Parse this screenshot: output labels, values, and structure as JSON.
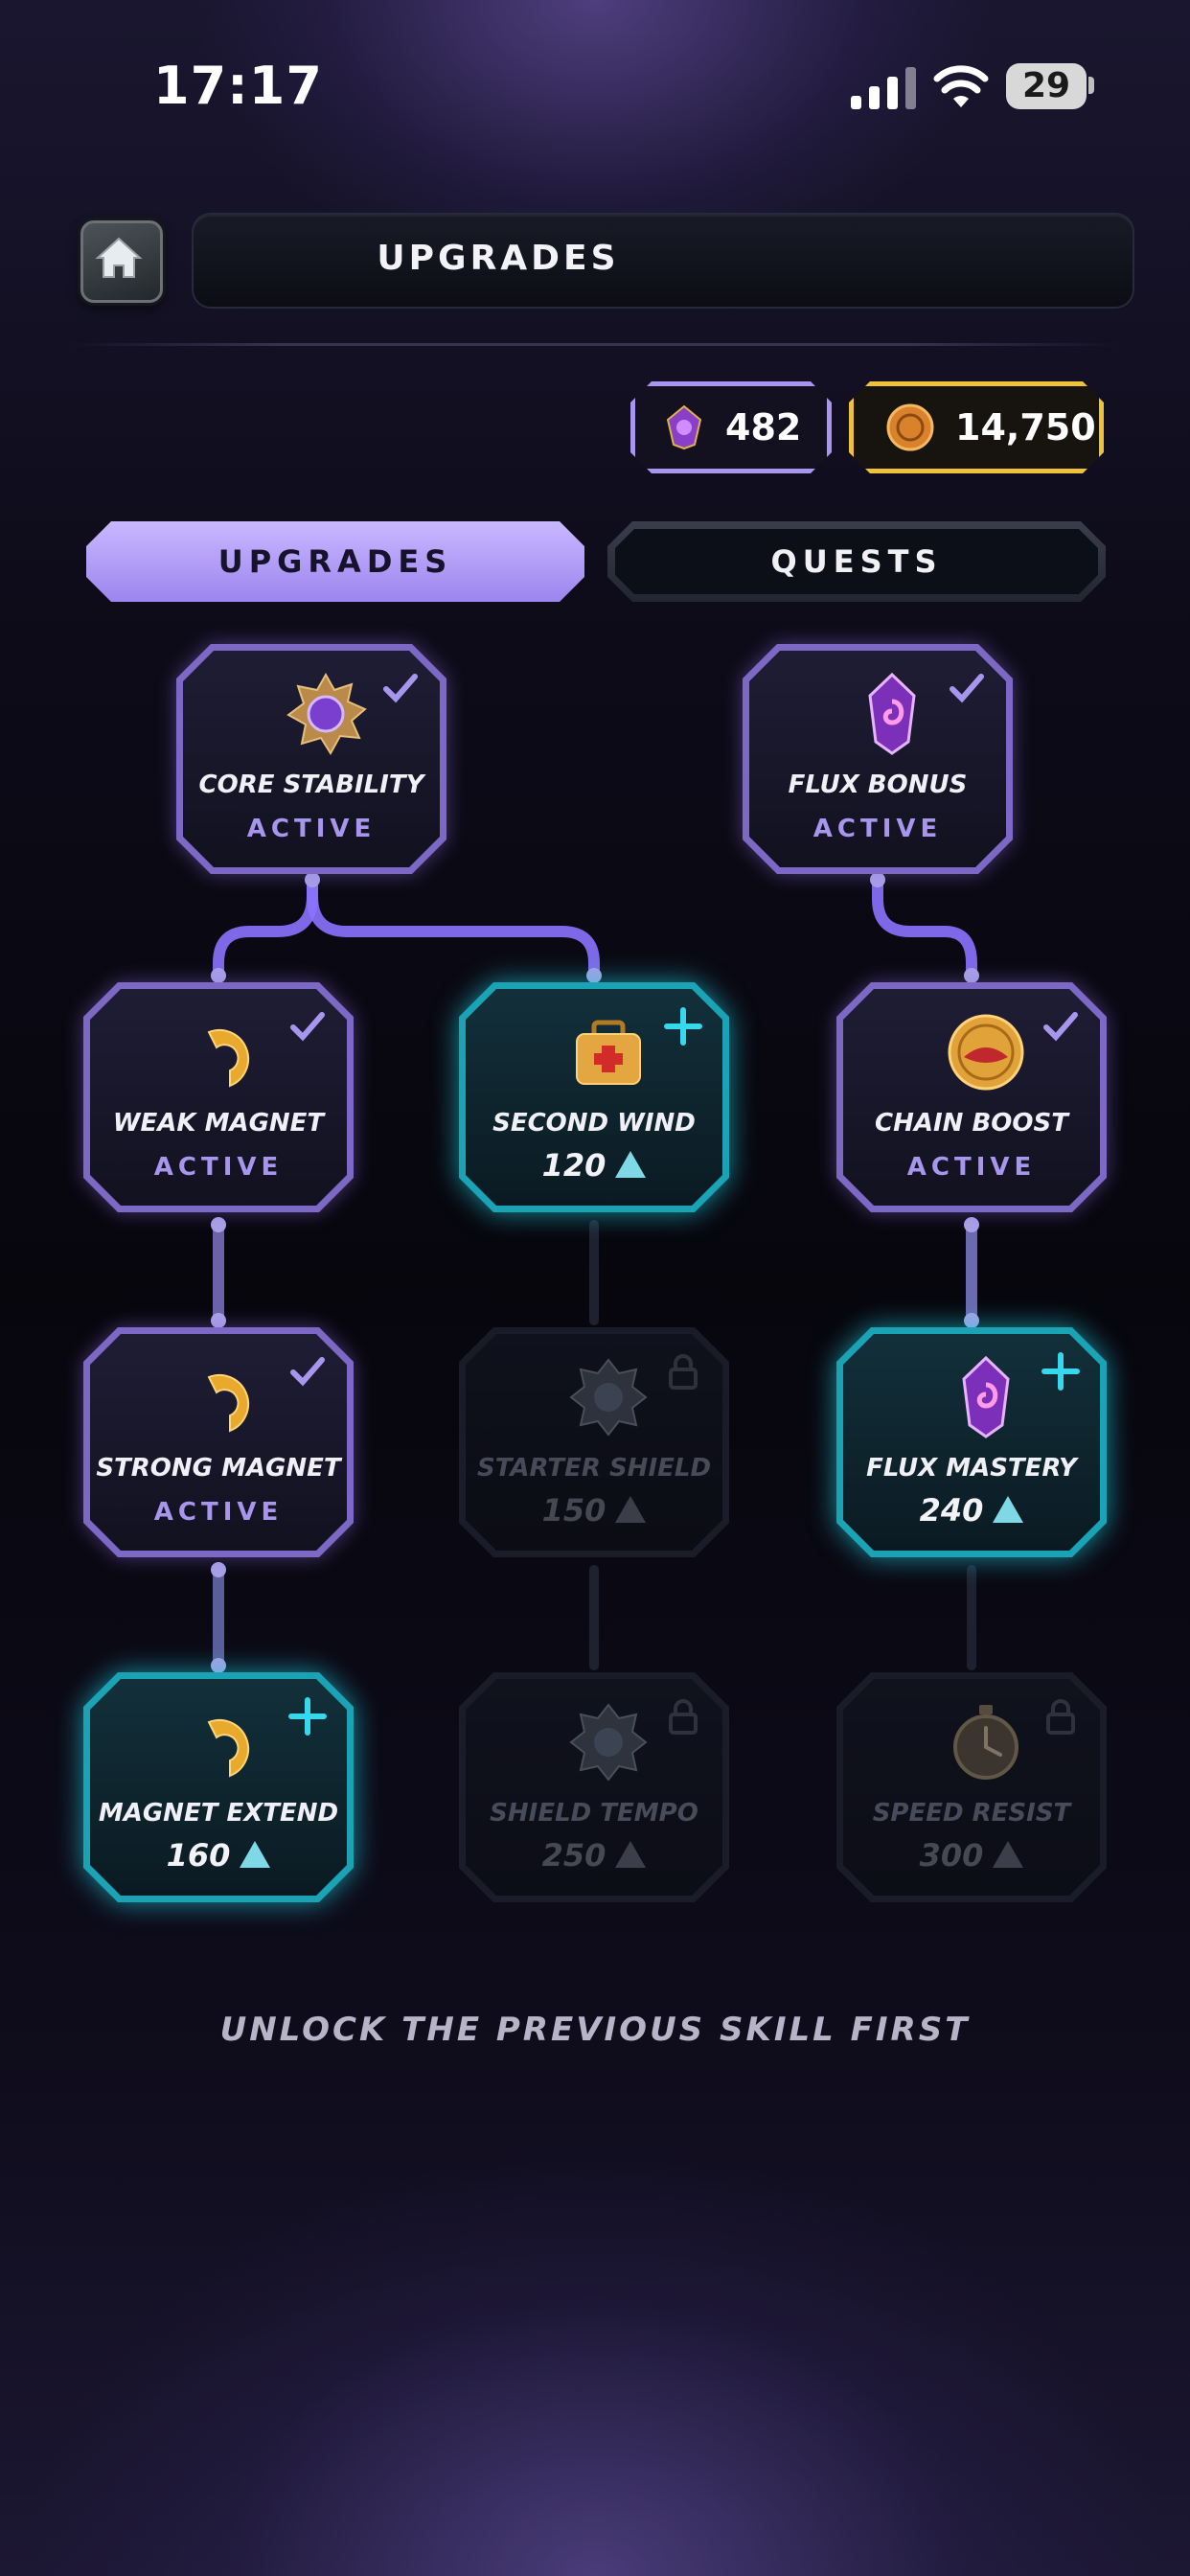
{
  "status_bar": {
    "time": "17:17",
    "battery": "29"
  },
  "header": {
    "title": "UPGRADES"
  },
  "currency": {
    "gems": "482",
    "coins": "14,750"
  },
  "tabs": {
    "upgrades": "UPGRADES",
    "quests": "QUESTS"
  },
  "skills": {
    "core_stability": {
      "name": "CORE STABILITY",
      "status": "ACTIVE"
    },
    "flux_bonus": {
      "name": "FLUX BONUS",
      "status": "ACTIVE"
    },
    "weak_magnet": {
      "name": "WEAK MAGNET",
      "status": "ACTIVE"
    },
    "second_wind": {
      "name": "SECOND WIND",
      "cost": "120"
    },
    "chain_boost": {
      "name": "CHAIN BOOST",
      "status": "ACTIVE"
    },
    "strong_magnet": {
      "name": "STRONG MAGNET",
      "status": "ACTIVE"
    },
    "starter_shield": {
      "name": "STARTER SHIELD",
      "cost": "150"
    },
    "flux_mastery": {
      "name": "FLUX MASTERY",
      "cost": "240"
    },
    "magnet_extend": {
      "name": "MAGNET EXTEND",
      "cost": "160"
    },
    "shield_tempo": {
      "name": "SHIELD TEMPO",
      "cost": "250"
    },
    "speed_resist": {
      "name": "SPEED RESIST",
      "cost": "300"
    }
  },
  "hint": "UNLOCK THE PREVIOUS SKILL FIRST",
  "colors": {
    "active": "#7d68c6",
    "available": "#19a3b5",
    "locked": "#1f2230",
    "gems_border": "#a795f0",
    "coins_border": "#f0c23a"
  }
}
